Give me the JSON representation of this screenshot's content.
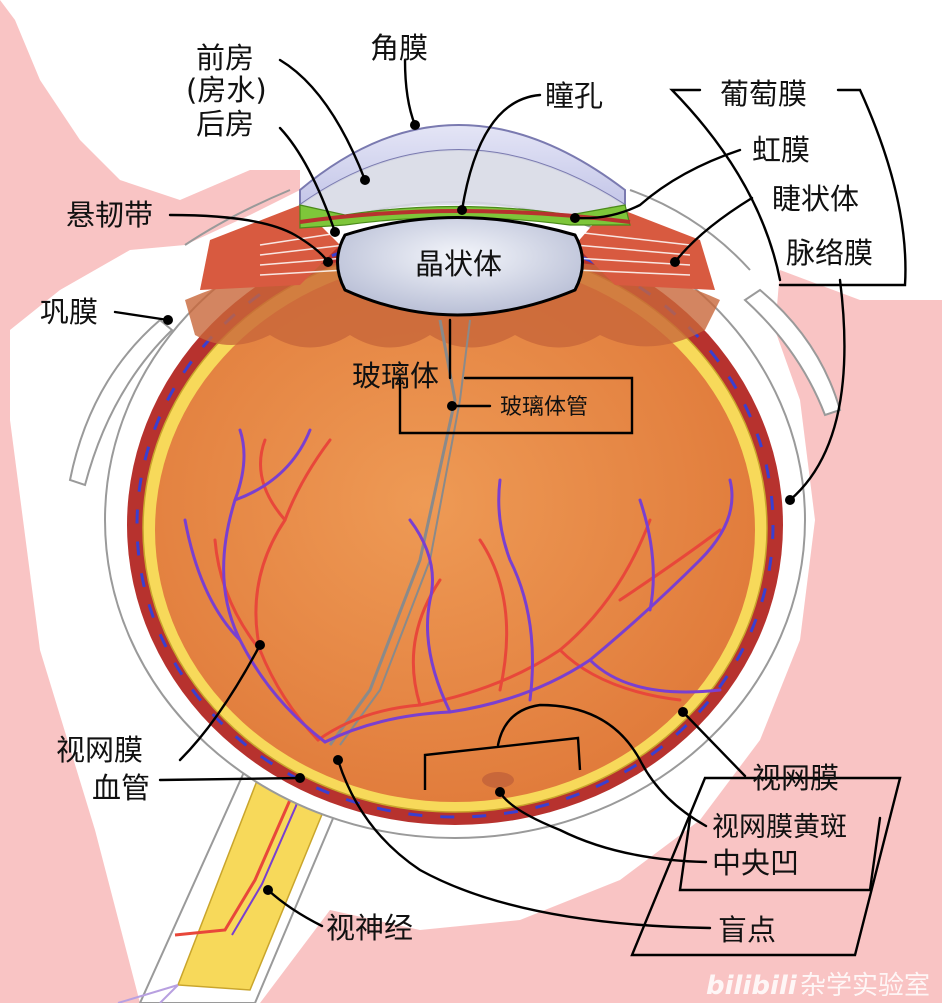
{
  "diagram": {
    "labels": {
      "anterior_chamber": "前房",
      "aqueous_humor": "(房水)",
      "posterior_chamber": "后房",
      "cornea": "角膜",
      "pupil": "瞳孔",
      "uvea": "葡萄膜",
      "iris": "虹膜",
      "ciliary_body": "睫状体",
      "choroid": "脉络膜",
      "zonule": "悬韧带",
      "lens": "晶状体",
      "sclera": "巩膜",
      "vitreous_body": "玻璃体",
      "hyaloid_canal": "玻璃体管",
      "retinal_vessels_line1": "视网膜",
      "retinal_vessels_line2": "血管",
      "retina": "视网膜",
      "macula": "视网膜黄斑",
      "fovea": "中央凹",
      "blind_spot": "盲点",
      "optic_nerve": "视神经"
    },
    "watermark": {
      "logo": "bilibili",
      "text": "杂学实验室"
    },
    "colors": {
      "background_pink": "#f9c4c4",
      "vitreous": "#e9894a",
      "retina_yellow": "#f7d95a",
      "choroid_red": "#b7322e",
      "cornea_blue": "#c7c9ec",
      "iris_green": "#7ec63a",
      "lens": "#dfe3f0",
      "artery": "#e8473a",
      "vein": "#7a3fd0"
    }
  }
}
